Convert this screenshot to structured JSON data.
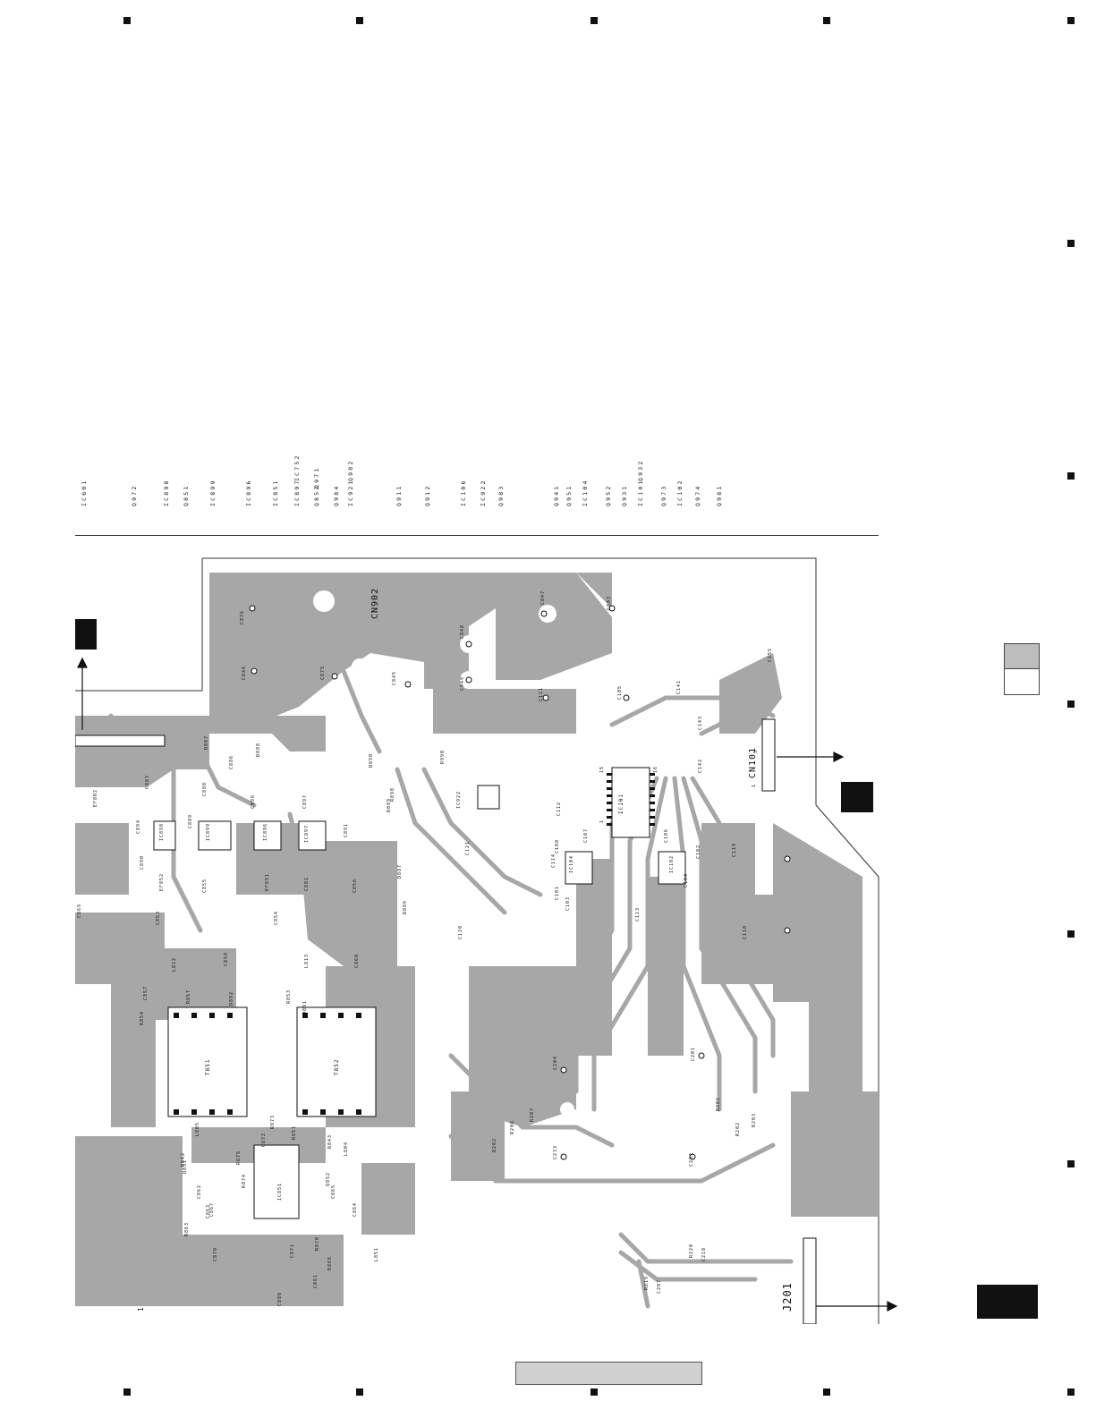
{
  "header_labels": [
    "IC601",
    "Q972",
    "IC898",
    "Q851",
    "IC899",
    "IC896",
    "IC851",
    "IC897",
    "IC752",
    "Q852",
    "Q971",
    "Q984",
    "IC921",
    "Q982",
    "Q911",
    "Q912",
    "IC106",
    "IC922",
    "Q983",
    "Q941",
    "Q951",
    "IC104",
    "Q952",
    "Q931",
    "IC101",
    "Q932",
    "Q973",
    "IC102",
    "Q974",
    "Q981"
  ],
  "colors": {
    "copper": "#a7a7a7",
    "background": "#ffffff",
    "ink": "#111111",
    "tab_grey": "#bdbdbd"
  },
  "components": [
    {
      "ref": "CN902"
    },
    {
      "ref": "C876"
    },
    {
      "ref": "C846"
    },
    {
      "ref": "C875"
    },
    {
      "ref": "C845"
    },
    {
      "ref": "C848"
    },
    {
      "ref": "C847"
    },
    {
      "ref": "C803"
    },
    {
      "ref": "C849"
    },
    {
      "ref": "C111"
    },
    {
      "ref": "C105"
    },
    {
      "ref": "C141"
    },
    {
      "ref": "C155"
    },
    {
      "ref": "C143"
    },
    {
      "ref": "CN101"
    },
    {
      "ref": "C142"
    },
    {
      "ref": "IC101"
    },
    {
      "ref": "C112"
    },
    {
      "ref": "R990"
    },
    {
      "ref": "IC922"
    },
    {
      "ref": "D888"
    },
    {
      "ref": "D887"
    },
    {
      "ref": "C886"
    },
    {
      "ref": "C888"
    },
    {
      "ref": "C887"
    },
    {
      "ref": "EF802"
    },
    {
      "ref": "C894"
    },
    {
      "ref": "IC898"
    },
    {
      "ref": "C889"
    },
    {
      "ref": "IC899"
    },
    {
      "ref": "C896"
    },
    {
      "ref": "IC896"
    },
    {
      "ref": "C890"
    },
    {
      "ref": "C897"
    },
    {
      "ref": "IC897"
    },
    {
      "ref": "C891"
    },
    {
      "ref": "D890"
    },
    {
      "ref": "D889"
    },
    {
      "ref": "R898"
    },
    {
      "ref": "C121"
    },
    {
      "ref": "C108"
    },
    {
      "ref": "C107"
    },
    {
      "ref": "C106"
    },
    {
      "ref": "C102"
    },
    {
      "ref": "IC104"
    },
    {
      "ref": "IC102"
    },
    {
      "ref": "C119"
    },
    {
      "ref": "C114"
    },
    {
      "ref": "C104"
    },
    {
      "ref": "C101"
    },
    {
      "ref": "C103"
    },
    {
      "ref": "C113"
    },
    {
      "ref": "C118"
    },
    {
      "ref": "C120"
    },
    {
      "ref": "C869"
    },
    {
      "ref": "EF852"
    },
    {
      "ref": "C855"
    },
    {
      "ref": "C881"
    },
    {
      "ref": "C856"
    },
    {
      "ref": "EF851"
    },
    {
      "ref": "C853"
    },
    {
      "ref": "C854"
    },
    {
      "ref": "D886"
    },
    {
      "ref": "D887"
    },
    {
      "ref": "L812"
    },
    {
      "ref": "C859"
    },
    {
      "ref": "L813"
    },
    {
      "ref": "C860"
    },
    {
      "ref": "C857"
    },
    {
      "ref": "R857"
    },
    {
      "ref": "D892"
    },
    {
      "ref": "R854"
    },
    {
      "ref": "R853"
    },
    {
      "ref": "D891"
    },
    {
      "ref": "T851"
    },
    {
      "ref": "T852"
    },
    {
      "ref": "C204"
    },
    {
      "ref": "C201"
    },
    {
      "ref": "R207"
    },
    {
      "ref": "R206"
    },
    {
      "ref": "D202"
    },
    {
      "ref": "C233"
    },
    {
      "ref": "C232"
    },
    {
      "ref": "D201"
    },
    {
      "ref": "R202"
    },
    {
      "ref": "R203"
    },
    {
      "ref": "R873"
    },
    {
      "ref": "R842"
    },
    {
      "ref": "L805"
    },
    {
      "ref": "C872"
    },
    {
      "ref": "R851"
    },
    {
      "ref": "R843"
    },
    {
      "ref": "L804"
    },
    {
      "ref": "Q851"
    },
    {
      "ref": "R875"
    },
    {
      "ref": "R874"
    },
    {
      "ref": "Q852"
    },
    {
      "ref": "IC851"
    },
    {
      "ref": "C862"
    },
    {
      "ref": "C863"
    },
    {
      "ref": "C864"
    },
    {
      "ref": "R863"
    },
    {
      "ref": "C867"
    },
    {
      "ref": "C870"
    },
    {
      "ref": "C871"
    },
    {
      "ref": "R870"
    },
    {
      "ref": "R865"
    },
    {
      "ref": "L851"
    },
    {
      "ref": "C861"
    },
    {
      "ref": "C880"
    },
    {
      "ref": "R220"
    },
    {
      "ref": "C218"
    },
    {
      "ref": "R219"
    },
    {
      "ref": "C207"
    },
    {
      "ref": "C865"
    }
  ],
  "edge_fragments": {
    "left_bottom": "1",
    "cn201_partial": "J201",
    "cn101_pin1": "1",
    "cn101_pin5": "5",
    "ic101_pin1": "1",
    "ic101_pin15": "15",
    "ic101_pin16": "16"
  }
}
